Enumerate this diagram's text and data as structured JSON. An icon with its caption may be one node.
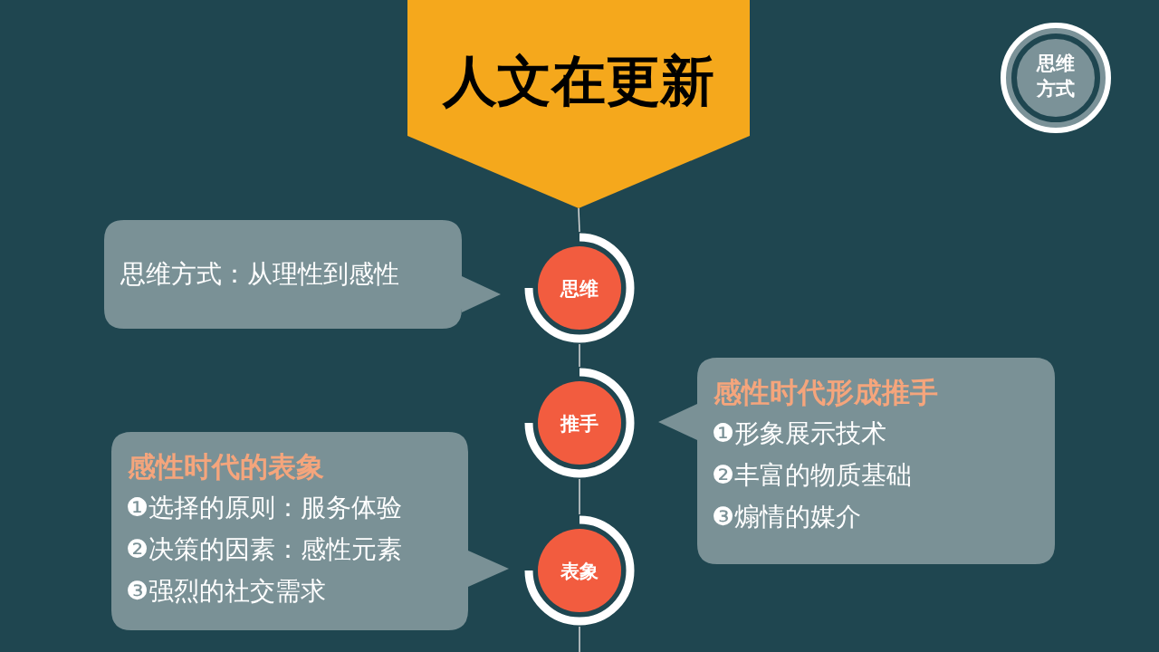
{
  "diagram": {
    "nodes": [
      {
        "text": [
          "人文在更新"
        ]
      },
      {
        "text": [
          "思维方式"
        ]
      },
      {
        "text": [
          "思维方式：从理性到感性"
        ]
      },
      {
        "text": [
          "思维"
        ]
      },
      {
        "text": [
          "推手"
        ]
      },
      {
        "text": [
          "感性时代形成推手",
          "❶形象展示技术",
          "❷丰富的物质基础",
          "❸煽情的媒介"
        ]
      },
      {
        "text": [
          "感性时代的表象",
          "❶选择的原则：服务体验",
          "❷决策的因素：感性元素",
          "❸强烈的社交需求"
        ]
      },
      {
        "text": [
          "表象"
        ]
      }
    ],
    "edges": [
      {
        "from": 0,
        "to": 3,
        "arrow": "none"
      },
      {
        "from": 3,
        "to": 4,
        "arrow": "none"
      },
      {
        "from": 4,
        "to": 7,
        "arrow": "none"
      },
      {
        "from": 7,
        "to": null,
        "arrow": "none"
      }
    ]
  }
}
